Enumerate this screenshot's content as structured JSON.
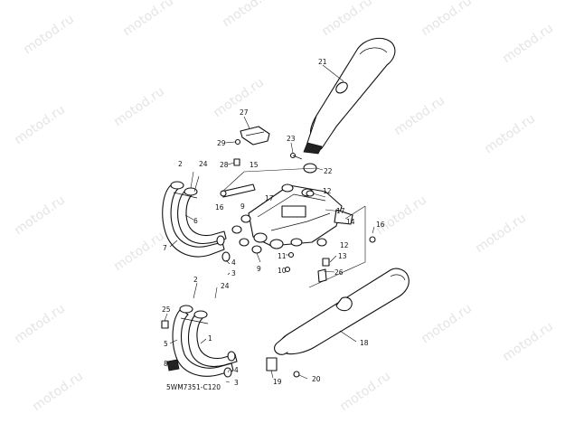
{
  "diagram": {
    "code": "5WM7351-C120",
    "watermark_text": "motod.ru",
    "callouts": [
      "21",
      "27",
      "29",
      "28",
      "23",
      "22",
      "2",
      "24",
      "15",
      "16",
      "17",
      "9",
      "12",
      "6",
      "7",
      "4",
      "3",
      "14",
      "16",
      "13",
      "11",
      "10",
      "9",
      "26",
      "2",
      "24",
      "25",
      "8",
      "5",
      "1",
      "4",
      "3",
      "18",
      "19",
      "20",
      "17",
      "12"
    ]
  }
}
